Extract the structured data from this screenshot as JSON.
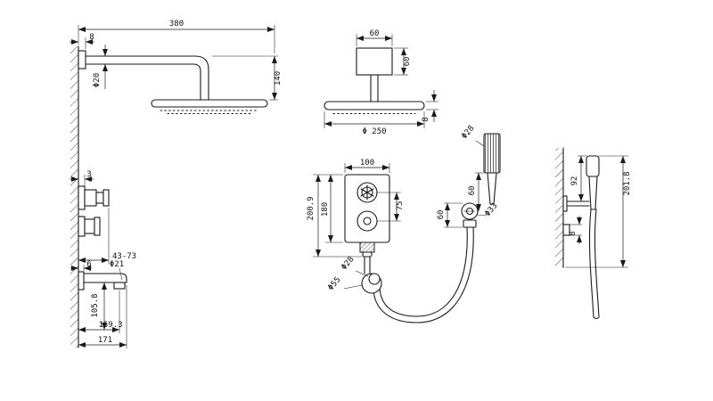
{
  "drawing": {
    "background": "#ffffff",
    "line_color": "#1a1a1a",
    "views": {
      "side_shower": {
        "arm_length": "380",
        "flange_depth": "8",
        "arm_diameter": "Φ20",
        "head_drop": "140",
        "valve_offset": "3",
        "trim_depth_range": "43-73",
        "spout_diameter": "Φ21",
        "spout_flange_depth": "6",
        "spout_drop": "105.8",
        "spout_reach": "159.3",
        "spout_reach_total": "171"
      },
      "front_head": {
        "bracket_width": "60",
        "bracket_height": "60",
        "head_diameter": "Φ 250",
        "head_thickness": "8"
      },
      "front_valve": {
        "body_width": "100",
        "handle_spacing": "75",
        "body_height": "180",
        "total_height": "200.9"
      },
      "hand_shower": {
        "handset_diameter": "Φ28",
        "head_to_holder": "60",
        "holder_height": "60",
        "holder_diameter": "Φ33",
        "hose_diameter": "Φ28",
        "connector_diameter": "Φ55"
      },
      "side_hand_shower": {
        "holder_to_top": "92",
        "overall_height": "201.8",
        "outlet_depth": "8"
      }
    }
  }
}
